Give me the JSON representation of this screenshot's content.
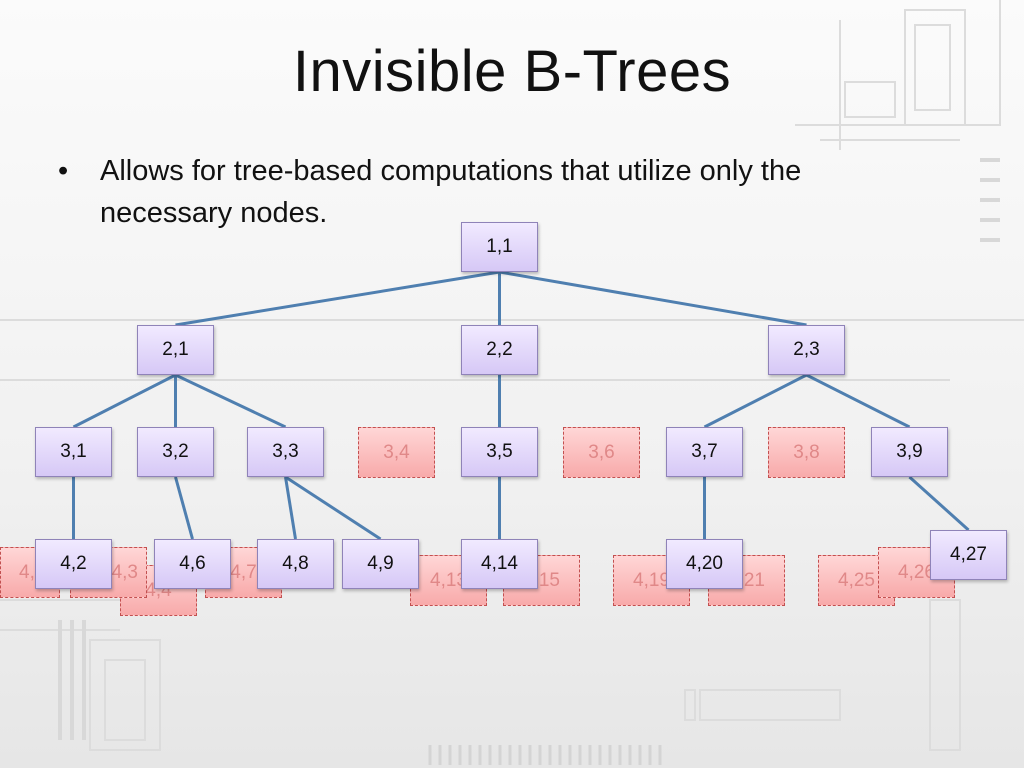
{
  "slide": {
    "title": "Invisible B-Trees",
    "bullet": "Allows for tree-based computations that utilize only the necessary nodes."
  },
  "tree": {
    "visible_nodes": [
      {
        "id": "n-1-1",
        "label": "1,1"
      },
      {
        "id": "n-2-1",
        "label": "2,1"
      },
      {
        "id": "n-2-2",
        "label": "2,2"
      },
      {
        "id": "n-2-3",
        "label": "2,3"
      },
      {
        "id": "n-3-1",
        "label": "3,1"
      },
      {
        "id": "n-3-2",
        "label": "3,2"
      },
      {
        "id": "n-3-3",
        "label": "3,3"
      },
      {
        "id": "n-3-5",
        "label": "3,5"
      },
      {
        "id": "n-3-7",
        "label": "3,7"
      },
      {
        "id": "n-3-9",
        "label": "3,9"
      },
      {
        "id": "n-4-2",
        "label": "4,2"
      },
      {
        "id": "n-4-6",
        "label": "4,6"
      },
      {
        "id": "n-4-8",
        "label": "4,8"
      },
      {
        "id": "n-4-9",
        "label": "4,9"
      },
      {
        "id": "n-4-14",
        "label": "4,14"
      },
      {
        "id": "n-4-20",
        "label": "4,20"
      },
      {
        "id": "n-4-27",
        "label": "4,27"
      }
    ],
    "hidden_nodes": [
      {
        "id": "n-3-4",
        "label": "3,4"
      },
      {
        "id": "n-3-6",
        "label": "3,6"
      },
      {
        "id": "n-3-8",
        "label": "3,8"
      },
      {
        "id": "n-4-1",
        "label": "4,1"
      },
      {
        "id": "n-4-3",
        "label": "4,3"
      },
      {
        "id": "n-4-4",
        "label": "4,4"
      },
      {
        "id": "n-4-7",
        "label": "4,7"
      },
      {
        "id": "n-4-13",
        "label": "4,13"
      },
      {
        "id": "n-4-15",
        "label": "4,15"
      },
      {
        "id": "n-4-19",
        "label": "4,19"
      },
      {
        "id": "n-4-21",
        "label": "4,21"
      },
      {
        "id": "n-4-25",
        "label": "4,25"
      },
      {
        "id": "n-4-26",
        "label": "4,26"
      }
    ],
    "edges": [
      [
        "n-1-1",
        "n-2-1"
      ],
      [
        "n-1-1",
        "n-2-2"
      ],
      [
        "n-1-1",
        "n-2-3"
      ],
      [
        "n-2-1",
        "n-3-1"
      ],
      [
        "n-2-1",
        "n-3-2"
      ],
      [
        "n-2-1",
        "n-3-3"
      ],
      [
        "n-2-2",
        "n-3-5"
      ],
      [
        "n-2-3",
        "n-3-7"
      ],
      [
        "n-2-3",
        "n-3-9"
      ],
      [
        "n-3-1",
        "n-4-2"
      ],
      [
        "n-3-2",
        "n-4-6"
      ],
      [
        "n-3-3",
        "n-4-8"
      ],
      [
        "n-3-3",
        "n-4-9"
      ],
      [
        "n-3-5",
        "n-4-14"
      ],
      [
        "n-3-7",
        "n-4-20"
      ],
      [
        "n-3-9",
        "n-4-27"
      ]
    ]
  },
  "colors": {
    "visible_node": "#d6c8f6",
    "hidden_node": "#f8aaaa",
    "edge": "#4f7fb0"
  }
}
